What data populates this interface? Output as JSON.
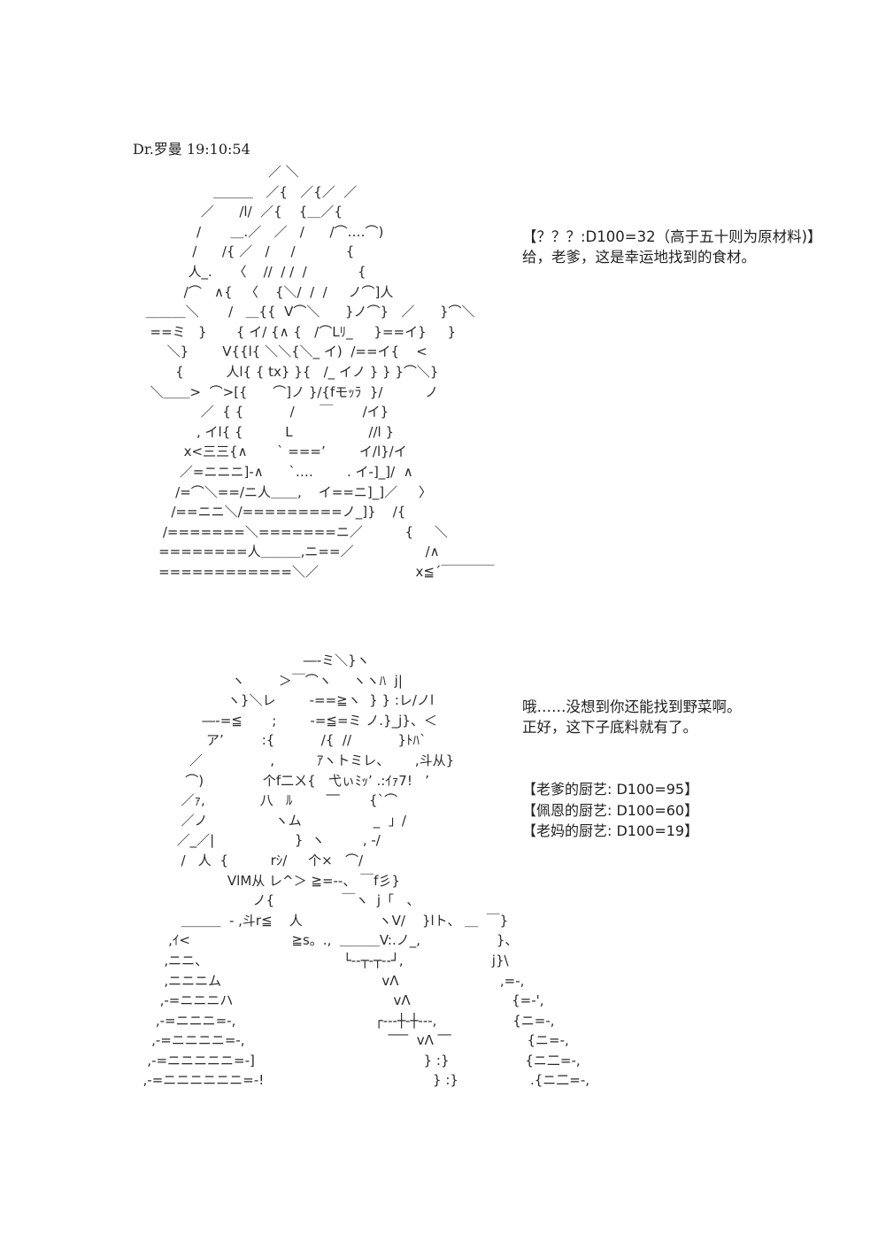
{
  "header": {
    "speaker": "Dr.罗曼",
    "time": "19:10:54"
  },
  "scene1": {
    "art_lines": [
      "                              ／ ＼",
      "                 ＿＿＿   ／{   ／{／  ／",
      "              ／      /l/  ／{    {＿／{",
      "             /       ＿.／   ／   /      /⌒‥‥⌒)",
      "            /      /{ ／   /     /            {",
      "           人_.     〈    //  / /  /            {",
      "          /⌒   ∧{   〈    {＼/  /  /     ノ⌒]人",
      " ＿＿＿＼       /   ＿{{  V⌒＼      }ノ⌒}   ／      }⌒＼",
      "  ==ミ   }       { イ/ {∧ {   /⌒Lﾘ_     }==イ}     }",
      "      ＼}        V{{l{ ＼＼{＼_ イ)  /==イ{    <",
      "        {          人l{ { tx} }{   /_ イノ } } }⌒＼}",
      "  ＼＿＿>  ⌒>[{      ⌒]ノ }/{fモｯﾗ  }/          ノ",
      "              ／  { {           /      ￣       /イ}",
      "             , イl{ {          L                  //l }",
      "          x<三三{∧       ` ===’        イ/l}/イ",
      "         ／=ニニニ]-∧      `‥‥        . イ-]_]/  ∧",
      "        /=⌒＼==/ニ人＿＿,    イ==ニ]_]／     〉",
      "       /==ニニ＼/=========ノ_]}    /{",
      "     /=======＼=======ニ／          {     ＼",
      "    ========人＿＿＿,ニ==／                 /∧",
      "    ============＼／                       x≦´￣￣￣￣"
    ],
    "dialog": [
      "【？？？:D100=32（高于五十则为原材料)】",
      "给，老爹，这是幸运地找到的食材。"
    ]
  },
  "scene2": {
    "art_lines": [
      "                                        ―-ミ＼}ヽ",
      "                       ヽ        ＞￣⌒ヽ     ヽヽﾊ  j|",
      "                      ヽ}＼レ        -==≧ヽ  } } :レ/ノl",
      "                ―-=≦       ;        -=≦=ミ ノ.}_j}、＜",
      "                 ア’         :{           /{  //           }ﾄﾊ`",
      "             ／                ,          ｱヽトミレ、      ,斗从}",
      "            ⌒)              个f二ㄨ{   弋ぃﾐｯ’ .:ｲｧ7!   ’",
      "           ／ｧ,             八   ﾙ        ‾‾       {`⌒",
      "           ／ノ                ヽム                 _  」/",
      "          ／_／|                   }  ヽ         , -/",
      "           /   人  {          rｼ/     个×   ⌒/",
      "                      VlM从 レ^＞ ≧=--、 ￣f彡}",
      "                            ノ{                ￣ヽ  j「   、",
      "           ＿＿＿  - ,斗r≦    人                  ヽV/    }lト、 ＿  ￣}",
      "        ,ｲ<                        ≧s。.,  ＿＿＿V:.ノ_,                  }、",
      "       ,ニニ、                                └‐‐┬‐┬‐‐┘,                     j}\\",
      "       ,ニニニム                                      vΛ                        ,=-,",
      "      ,-=ニニニハ                                      vΛ                        {=-',",
      "     ,-=ニニニ=-,                                 ┌‐‐‐┼‐┼‐‐‐,                  {ニ=-,",
      "    ,-=ニニニニ=-,                                  ‾‾‾  vΛ ‾‾                  {ニ=-,",
      "   ,-=ニニニニニ=-]                                        } :}                  {ニ二=-,",
      "  ,-=ニニニニニニ=-!                                        } :}                 .{ニ二=-,"
    ],
    "dialog": [
      "哦……没想到你还能找到野菜啊。",
      "正好，这下子底料就有了。"
    ],
    "rolls": [
      "【老爹的厨艺: D100=95】",
      "【佩恩的厨艺: D100=60】",
      "【老妈的厨艺: D100=19】"
    ]
  }
}
